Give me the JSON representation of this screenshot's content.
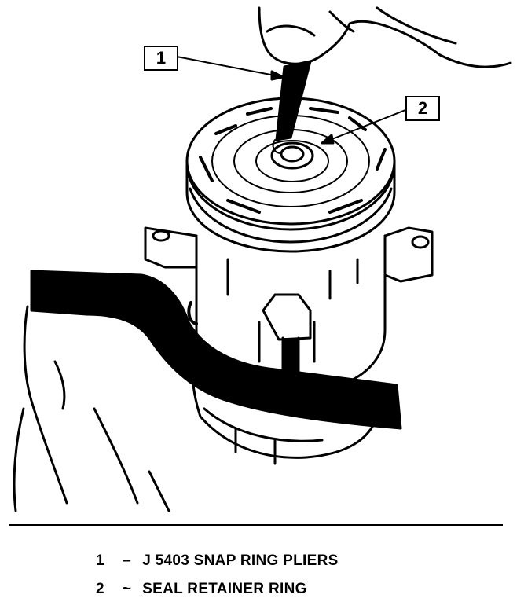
{
  "callouts": [
    {
      "number": "1"
    },
    {
      "number": "2"
    }
  ],
  "legend": [
    {
      "number": "1",
      "separator": "–",
      "text": "J 5403 SNAP RING PLIERS"
    },
    {
      "number": "2",
      "separator": "~",
      "text": "SEAL RETAINER RING"
    }
  ]
}
